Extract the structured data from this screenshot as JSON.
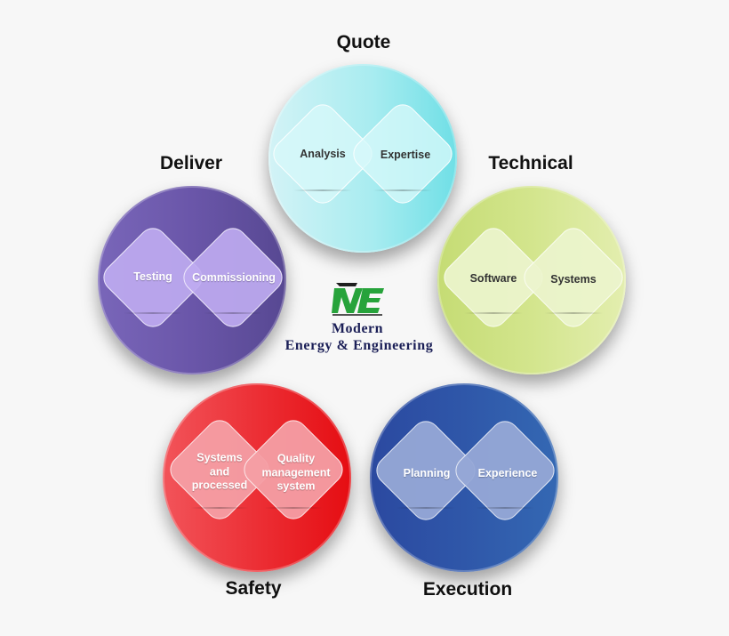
{
  "colors": {
    "quote": "#a8ecf0",
    "deliver": "#6a56a9",
    "technical": "#d3e58d",
    "safety": "#ec2f35",
    "execution": "#2f57a9",
    "logo_green": "#27a33b",
    "company_text": "#1b1f57"
  },
  "segments": {
    "quote": {
      "title": "Quote",
      "items": [
        "Analysis",
        "Expertise"
      ]
    },
    "deliver": {
      "title": "Deliver",
      "items": [
        "Testing",
        "Commissioning"
      ]
    },
    "technical": {
      "title": "Technical",
      "items": [
        "Software",
        "Systems"
      ]
    },
    "safety": {
      "title": "Safety",
      "items": [
        "Systems and processed",
        "Quality management system"
      ]
    },
    "execution": {
      "title": "Execution",
      "items": [
        "Planning",
        "Experience"
      ]
    }
  },
  "center": {
    "logo_text": "ME",
    "name_line1": "Modern",
    "name_line2": "Energy & Engineering"
  }
}
